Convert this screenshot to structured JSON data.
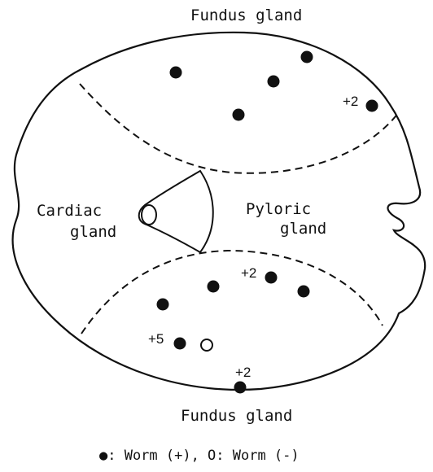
{
  "labels": {
    "fundus_top": "Fundus gland",
    "cardiac_line1": "Cardiac",
    "cardiac_line2": "gland",
    "pyloric_line1": "Pyloric",
    "pyloric_line2": "gland",
    "fundus_bottom": "Fundus gland"
  },
  "counts": {
    "top_right": "+2",
    "bottom_a": "+2",
    "bottom_b": "+5",
    "bottom_c": "+2"
  },
  "legend": {
    "text": "●: Worm (+),  O: Worm (-)"
  },
  "colors": {
    "ink": "#111111",
    "background": "#ffffff"
  }
}
